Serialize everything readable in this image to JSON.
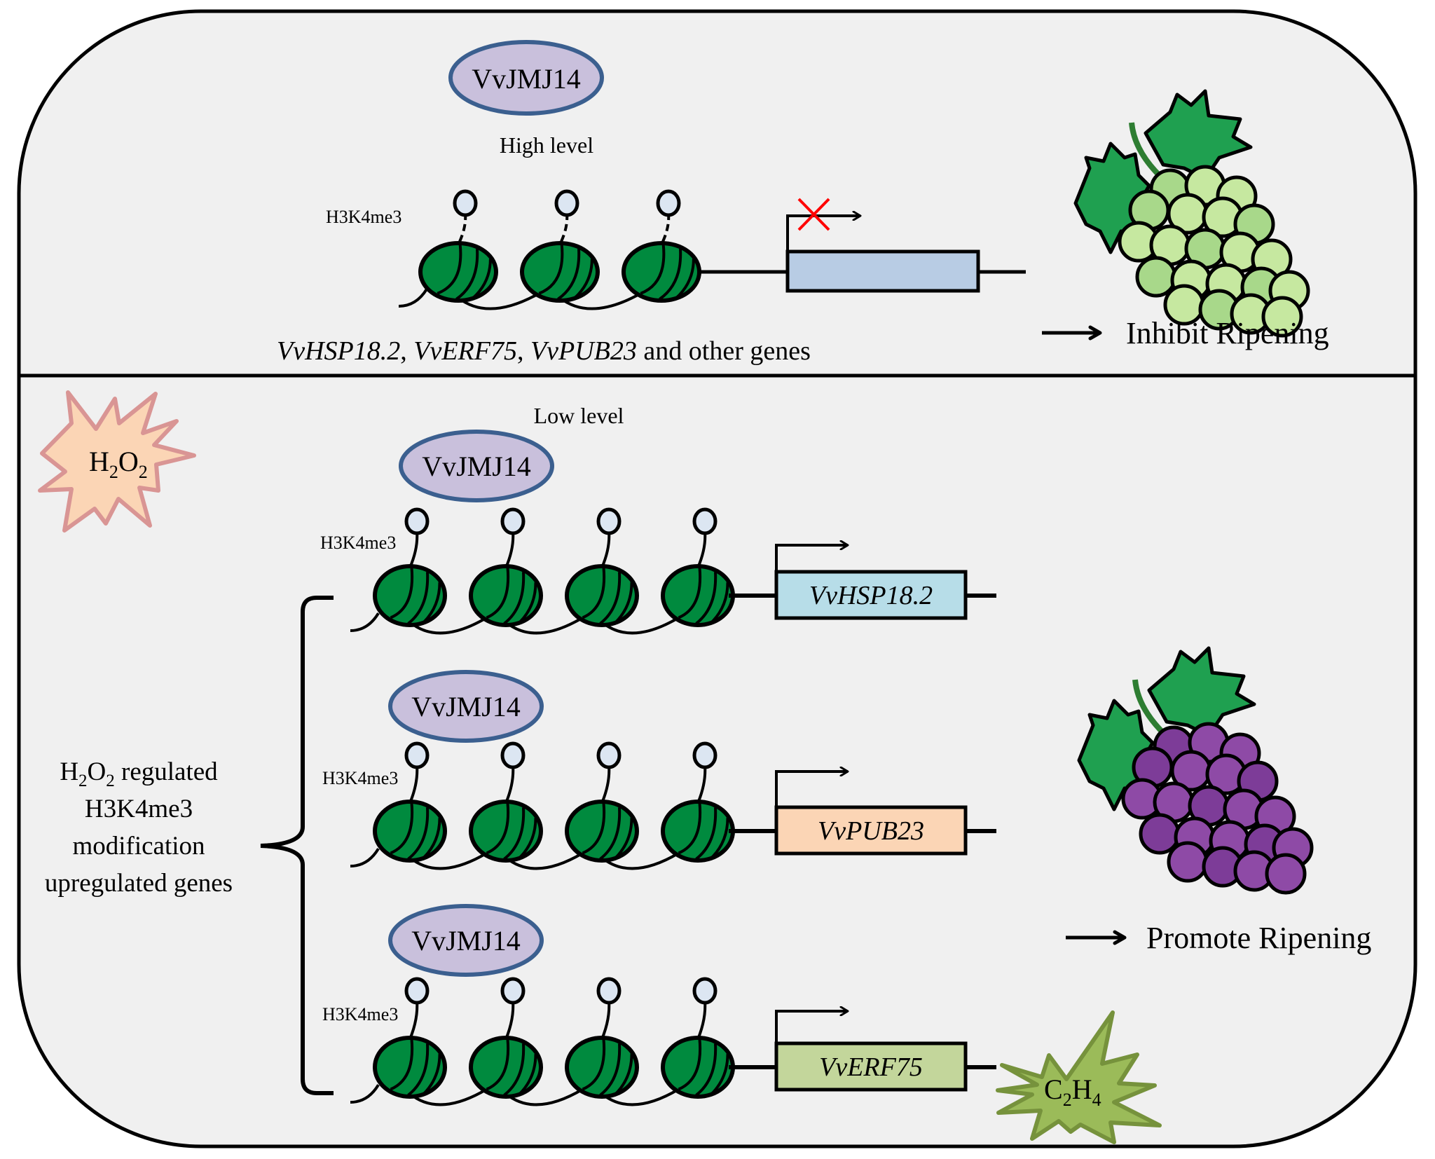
{
  "figure": {
    "colors": {
      "panel_bg": "#f0f0f0",
      "border": "#000000",
      "jmj_fill": "#c9c0dc",
      "jmj_stroke": "#3b5f8f",
      "nucleosome": "#008a3e",
      "mark_fill": "#dce6f2",
      "gene_generic": "#b8cce4",
      "gene_hsp": "#b7dde8",
      "gene_pub": "#fbd5b5",
      "gene_erf": "#c3d69b",
      "block_x": "#ff0000",
      "h2o2_fill": "#fbd5b5",
      "h2o2_stroke": "#d99594",
      "c2h4_fill": "#9bbb59",
      "c2h4_stroke": "#76923c",
      "grape_green": "#c6e8a0",
      "grape_purple": "#7d3c98",
      "leaf": "#1fa050"
    },
    "top_panel": {
      "enzyme_label": "VvJMJ14",
      "enzyme_level": "High  level",
      "mark_label": "H3K4me3",
      "nucleosome_count": 3,
      "transcription": "blocked",
      "genes_caption": {
        "italic_parts": [
          "VvHSP18.2",
          "VvERF75",
          "VvPUB23"
        ],
        "separator": ", ",
        "suffix": " and other genes"
      },
      "outcome": "Inhibit Ripening",
      "grape_state": "unripe-green"
    },
    "bottom_panel": {
      "stimulus": {
        "main": "H",
        "sub1": "2",
        "mid": "O",
        "sub2": "2"
      },
      "enzyme_level": "Low  level",
      "group_label": {
        "line1_main": "H",
        "line1_sub1": "2",
        "line1_mid": "O",
        "line1_sub2": "2",
        "line1_rest": " regulated",
        "line2": "H3K4me3",
        "line3": "modification",
        "line4": "upregulated genes"
      },
      "rows": [
        {
          "enzyme_label": "VvJMJ14",
          "mark_label": "H3K4me3",
          "gene": "VvHSP18.2",
          "nucleosome_count": 4
        },
        {
          "enzyme_label": "VvJMJ14",
          "mark_label": "H3K4me3",
          "gene": "VvPUB23",
          "nucleosome_count": 4
        },
        {
          "enzyme_label": "VvJMJ14",
          "mark_label": "H3K4me3",
          "gene": "VvERF75",
          "nucleosome_count": 4
        }
      ],
      "product": {
        "main": "C",
        "sub1": "2",
        "mid": "H",
        "sub2": "4"
      },
      "outcome": "Promote Ripening",
      "grape_state": "ripe-purple"
    }
  }
}
